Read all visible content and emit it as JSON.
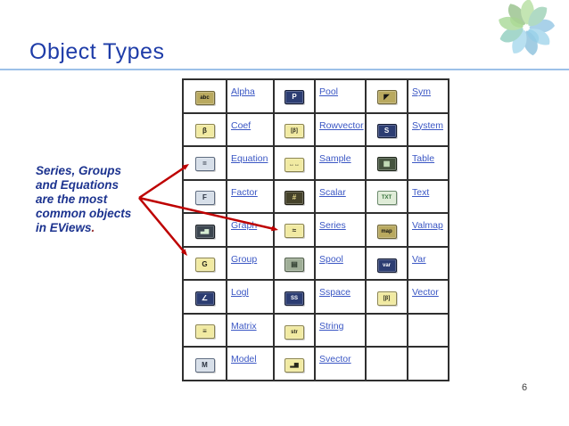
{
  "slide": {
    "title": "Object Types",
    "page_number": "6"
  },
  "annotation": {
    "lines": [
      "Series, Groups",
      "and Equations",
      "are the most",
      "common objects"
    ],
    "last_line": "in EViews",
    "period": "."
  },
  "colors": {
    "title_blue": "#1e3ca8",
    "rule_blue": "#9cc0e8",
    "annotation_blue": "#1c338f",
    "period_red": "#993333",
    "link_blue": "#3b57c4",
    "arrow_red": "#be0000",
    "table_border": "#2f2f2f",
    "logo_greens": [
      "#7ac45f",
      "#5e9e4c",
      "#8fce6e"
    ],
    "logo_blues": [
      "#5ba8d6",
      "#6fbfe0",
      "#4e9ec9",
      "#79c3e2"
    ],
    "logo_teals": [
      "#54b39b",
      "#68b98f"
    ]
  },
  "table": {
    "rows": [
      {
        "pairs": [
          {
            "icon": {
              "name": "alpha",
              "glyph": "abc",
              "variant": "khaki",
              "small": true
            },
            "label": "Alpha"
          },
          {
            "icon": {
              "name": "pool",
              "glyph": "P",
              "variant": "navy"
            },
            "label": "Pool"
          },
          {
            "icon": {
              "name": "sym",
              "glyph": "◤",
              "variant": "khaki"
            },
            "label": "Sym"
          }
        ]
      },
      {
        "pairs": [
          {
            "icon": {
              "name": "coef",
              "glyph": "β",
              "variant": "yellow"
            },
            "label": "Coef"
          },
          {
            "icon": {
              "name": "rowvector",
              "glyph": "[β]",
              "variant": "yellow",
              "small": true
            },
            "label": "Rowvector"
          },
          {
            "icon": {
              "name": "system",
              "glyph": "S",
              "variant": "navy"
            },
            "label": "System"
          }
        ]
      },
      {
        "pairs": [
          {
            "icon": {
              "name": "equation",
              "glyph": "=",
              "variant": "steel"
            },
            "label": "Equation"
          },
          {
            "icon": {
              "name": "sample",
              "glyph": "↔↔",
              "variant": "yellow",
              "small": true
            },
            "label": "Sample"
          },
          {
            "icon": {
              "name": "table",
              "glyph": "▦",
              "variant": "darkgreen"
            },
            "label": "Table"
          }
        ]
      },
      {
        "pairs": [
          {
            "icon": {
              "name": "factor",
              "glyph": "F",
              "variant": "steel"
            },
            "label": "Factor"
          },
          {
            "icon": {
              "name": "scalar",
              "glyph": "#",
              "variant": "darkolive"
            },
            "label": "Scalar"
          },
          {
            "icon": {
              "name": "text",
              "glyph": "TXT",
              "variant": "lightgreen",
              "small": true
            },
            "label": "Text"
          }
        ]
      },
      {
        "pairs": [
          {
            "icon": {
              "name": "graph",
              "glyph": "▃▆",
              "variant": "dark",
              "small": true
            },
            "label": "Graph"
          },
          {
            "icon": {
              "name": "series",
              "glyph": "≈",
              "variant": "yellow"
            },
            "label": "Series"
          },
          {
            "icon": {
              "name": "valmap",
              "glyph": "map",
              "variant": "khaki",
              "small": true
            },
            "label": "Valmap"
          }
        ]
      },
      {
        "pairs": [
          {
            "icon": {
              "name": "group",
              "glyph": "G",
              "variant": "yellow"
            },
            "label": "Group"
          },
          {
            "icon": {
              "name": "spool",
              "glyph": "▤",
              "variant": "sage"
            },
            "label": "Spool"
          },
          {
            "icon": {
              "name": "var",
              "glyph": "var",
              "variant": "navy",
              "small": true
            },
            "label": "Var"
          }
        ]
      },
      {
        "pairs": [
          {
            "icon": {
              "name": "logl",
              "glyph": "∠",
              "variant": "navy"
            },
            "label": "Logl"
          },
          {
            "icon": {
              "name": "sspace",
              "glyph": "SS",
              "variant": "navy",
              "small": true
            },
            "label": "Sspace"
          },
          {
            "icon": {
              "name": "vector",
              "glyph": "[β]",
              "variant": "yellow",
              "small": true
            },
            "label": "Vector"
          }
        ]
      },
      {
        "pairs": [
          {
            "icon": {
              "name": "matrix",
              "glyph": "≡",
              "variant": "yellow"
            },
            "label": "Matrix"
          },
          {
            "icon": {
              "name": "string",
              "glyph": "str",
              "variant": "yellow",
              "small": true
            },
            "label": "String"
          },
          null
        ]
      },
      {
        "pairs": [
          {
            "icon": {
              "name": "model",
              "glyph": "M",
              "variant": "steel"
            },
            "label": "Model"
          },
          {
            "icon": {
              "name": "svector",
              "glyph": "▂▆",
              "variant": "yellow",
              "small": true
            },
            "label": "Svector"
          },
          null
        ]
      }
    ]
  }
}
